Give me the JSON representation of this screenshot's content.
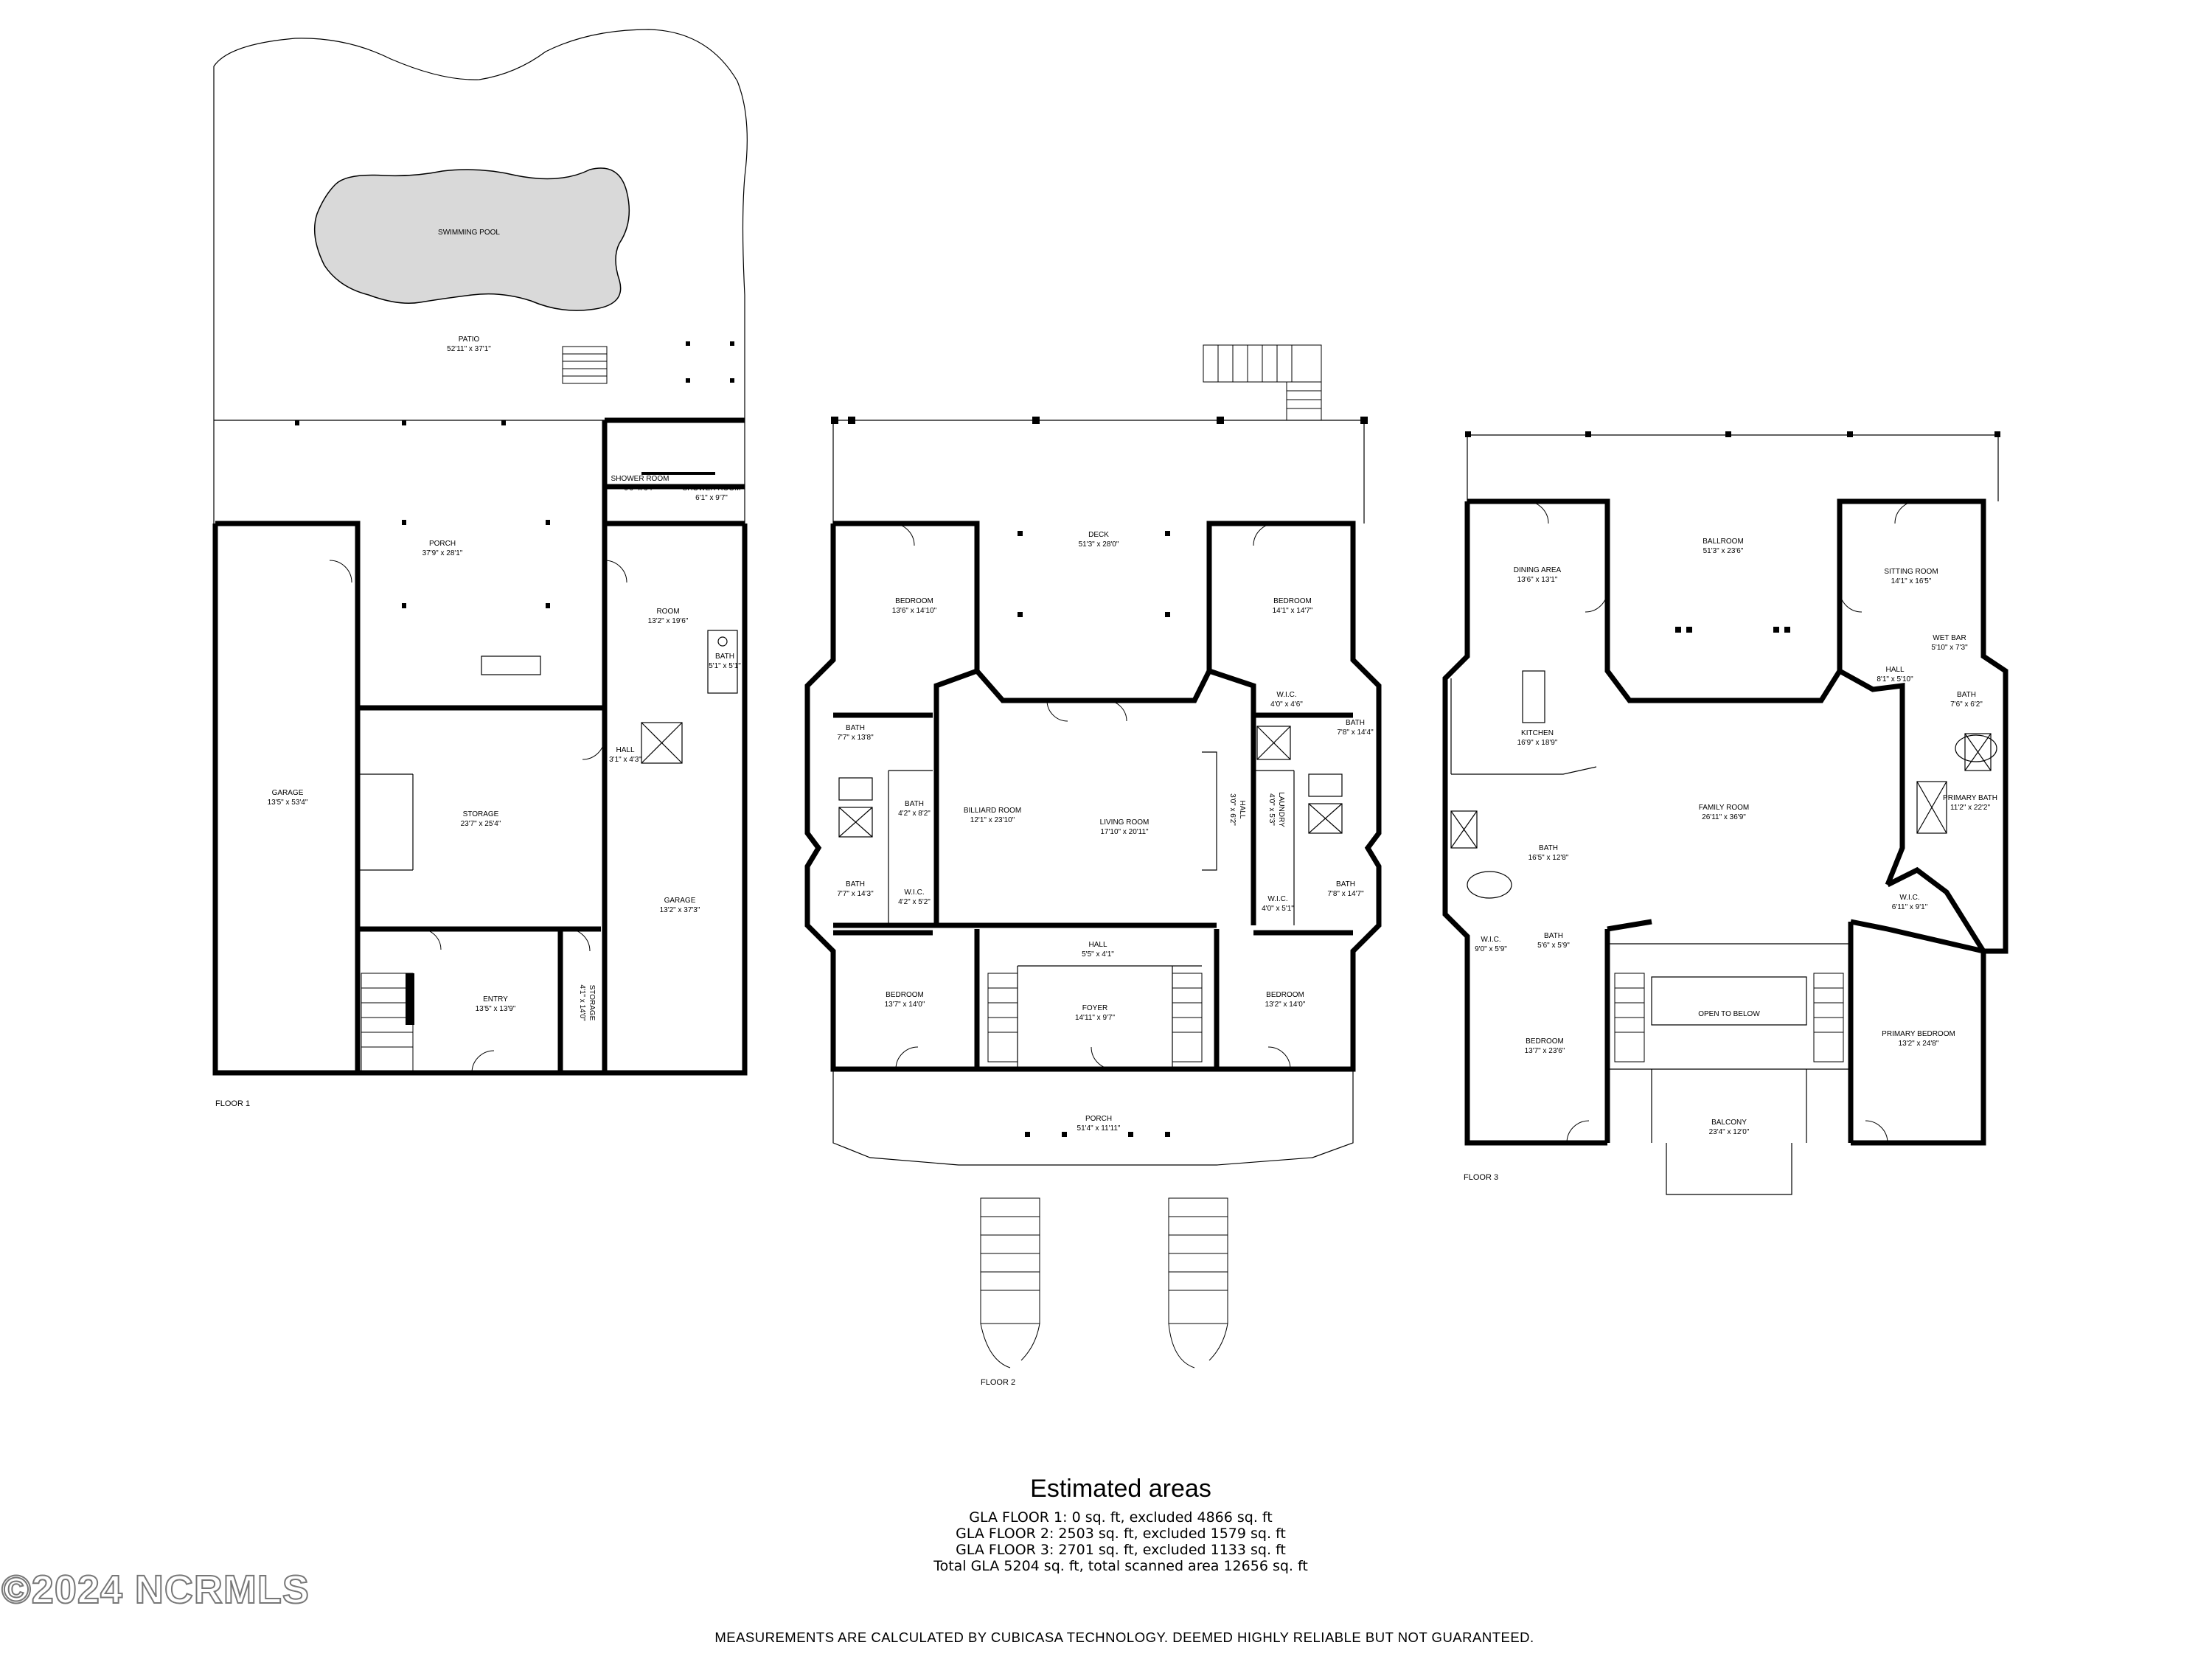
{
  "floors": {
    "floor1": {
      "label": "FLOOR 1",
      "rooms": {
        "swimming_pool": {
          "name": "SWIMMING POOL",
          "dims": ""
        },
        "patio": {
          "name": "PATIO",
          "dims": "52'11\" x 37'1\""
        },
        "porch": {
          "name": "PORCH",
          "dims": "37'9\" x 28'1\""
        },
        "shower_room_1": {
          "name": "SHOWER ROOM",
          "dims": "6'9\" x 9'7\""
        },
        "shower_room_2": {
          "name": "SHOWER ROOM",
          "dims": "6'1\" x 9'7\""
        },
        "room": {
          "name": "ROOM",
          "dims": "13'2\" x 19'6\""
        },
        "bath": {
          "name": "BATH",
          "dims": "5'1\" x 5'1\""
        },
        "garage_left": {
          "name": "GARAGE",
          "dims": "13'5\" x 53'4\""
        },
        "storage": {
          "name": "STORAGE",
          "dims": "23'7\" x 25'4\""
        },
        "hall": {
          "name": "HALL",
          "dims": "3'1\" x 4'3\""
        },
        "garage_right": {
          "name": "GARAGE",
          "dims": "13'2\" x 37'3\""
        },
        "entry": {
          "name": "ENTRY",
          "dims": "13'5\" x 13'9\""
        },
        "storage_small": {
          "name": "STORAGE",
          "dims": "4'1\" x 14'0\""
        }
      }
    },
    "floor2": {
      "label": "FLOOR 2",
      "rooms": {
        "deck": {
          "name": "DECK",
          "dims": "51'3\" x 28'0\""
        },
        "bedroom_nw": {
          "name": "BEDROOM",
          "dims": "13'6\" x 14'10\""
        },
        "bedroom_ne": {
          "name": "BEDROOM",
          "dims": "14'1\" x 14'7\""
        },
        "wic_ne": {
          "name": "W.I.C.",
          "dims": "4'0\" x 4'6\""
        },
        "bath_e1": {
          "name": "BATH",
          "dims": "7'8\" x 14'4\""
        },
        "bath_w1": {
          "name": "BATH",
          "dims": "7'7\" x 13'8\""
        },
        "bath_w_small": {
          "name": "BATH",
          "dims": "4'2\" x 8'2\""
        },
        "billiard_room": {
          "name": "BILLIARD ROOM",
          "dims": "12'1\" x 23'10\""
        },
        "living_room": {
          "name": "LIVING ROOM",
          "dims": "17'10\" x 20'11\""
        },
        "hall_v": {
          "name": "HALL",
          "dims": "3'0\" x 6'2\""
        },
        "laundry": {
          "name": "LAUNDRY",
          "dims": "4'0\" x 5'3\""
        },
        "bath_w2": {
          "name": "BATH",
          "dims": "7'7\" x 14'3\""
        },
        "wic_w": {
          "name": "W.I.C.",
          "dims": "4'2\" x 5'2\""
        },
        "wic_e2": {
          "name": "W.I.C.",
          "dims": "4'0\" x 5'1\""
        },
        "bath_e2": {
          "name": "BATH",
          "dims": "7'8\" x 14'7\""
        },
        "hall": {
          "name": "HALL",
          "dims": "5'5\" x 4'1\""
        },
        "bedroom_sw": {
          "name": "BEDROOM",
          "dims": "13'7\" x 14'0\""
        },
        "foyer": {
          "name": "FOYER",
          "dims": "14'11\" x 9'7\""
        },
        "bedroom_se": {
          "name": "BEDROOM",
          "dims": "13'2\" x 14'0\""
        },
        "porch": {
          "name": "PORCH",
          "dims": "51'4\" x 11'11\""
        }
      }
    },
    "floor3": {
      "label": "FLOOR 3",
      "rooms": {
        "dining_area": {
          "name": "DINING AREA",
          "dims": "13'6\" x 13'1\""
        },
        "ballroom": {
          "name": "BALLROOM",
          "dims": "51'3\" x 23'6\""
        },
        "sitting_room": {
          "name": "SITTING ROOM",
          "dims": "14'1\" x 16'5\""
        },
        "wet_bar": {
          "name": "WET BAR",
          "dims": "5'10\" x 7'3\""
        },
        "hall": {
          "name": "HALL",
          "dims": "8'1\" x 5'10\""
        },
        "bath_ne": {
          "name": "BATH",
          "dims": "7'6\" x 6'2\""
        },
        "kitchen": {
          "name": "KITCHEN",
          "dims": "16'9\" x 18'9\""
        },
        "family_room": {
          "name": "FAMILY ROOM",
          "dims": "26'11\" x 36'9\""
        },
        "primary_bath": {
          "name": "PRIMARY BATH",
          "dims": "11'2\" x 22'2\""
        },
        "bath_w": {
          "name": "BATH",
          "dims": "16'5\" x 12'8\""
        },
        "wic_e": {
          "name": "W.I.C.",
          "dims": "6'11\" x 9'1\""
        },
        "wic_w": {
          "name": "W.I.C.",
          "dims": "9'0\" x 5'9\""
        },
        "bath_small": {
          "name": "BATH",
          "dims": "5'6\" x 5'9\""
        },
        "open_to_below": {
          "name": "OPEN TO BELOW",
          "dims": ""
        },
        "bedroom": {
          "name": "BEDROOM",
          "dims": "13'7\" x 23'6\""
        },
        "primary_bedroom": {
          "name": "PRIMARY BEDROOM",
          "dims": "13'2\" x 24'8\""
        },
        "balcony": {
          "name": "BALCONY",
          "dims": "23'4\" x 12'0\""
        }
      }
    }
  },
  "estimated_areas": {
    "title": "Estimated areas",
    "lines": [
      "GLA FLOOR 1: 0 sq. ft, excluded 4866 sq. ft",
      "GLA FLOOR 2: 2503 sq. ft, excluded 1579 sq. ft",
      "GLA FLOOR 3: 2701 sq. ft, excluded 1133 sq. ft",
      "Total GLA 5204 sq. ft, total scanned area 12656 sq. ft"
    ]
  },
  "watermark": "©2024 NCRMLS",
  "disclaimer": "MEASUREMENTS ARE CALCULATED BY CUBICASA TECHNOLOGY. DEEMED HIGHLY RELIABLE BUT NOT GUARANTEED.",
  "colors": {
    "wall": "#000000",
    "pool_fill": "#d9d9d9",
    "background": "#ffffff"
  }
}
